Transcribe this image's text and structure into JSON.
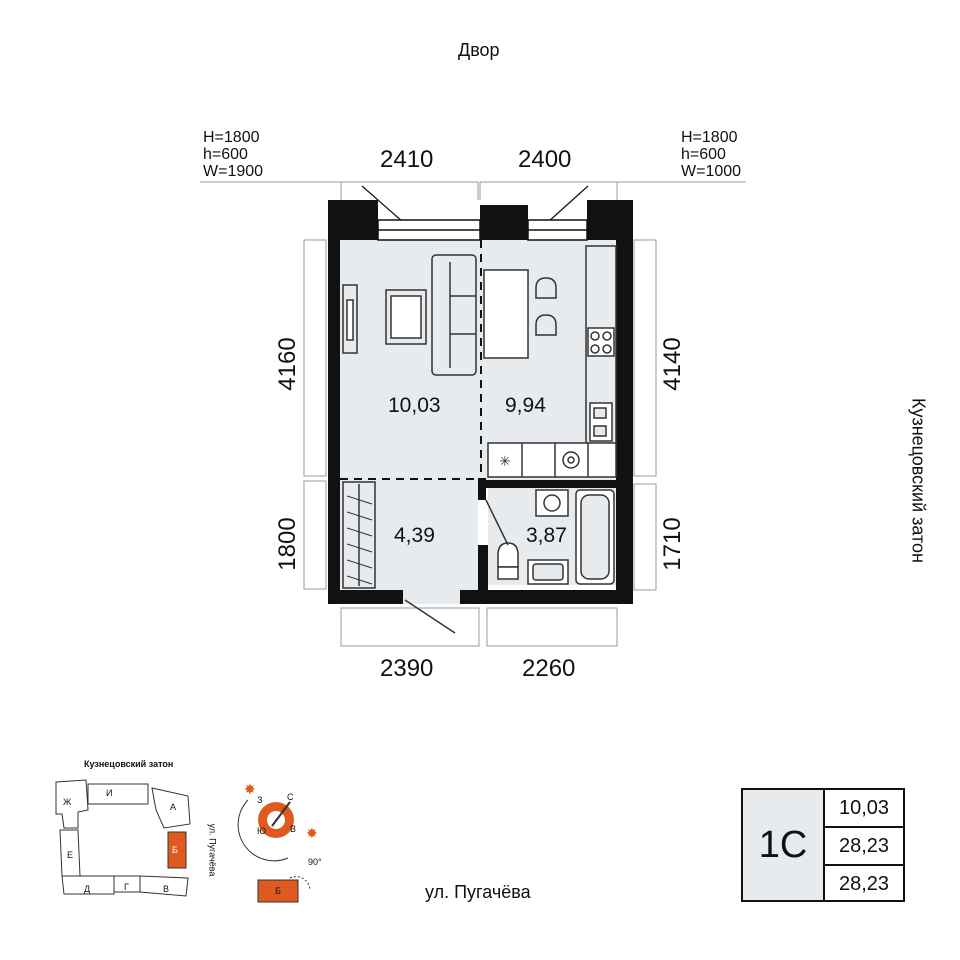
{
  "labels": {
    "top_street": "Двор",
    "right_street": "Кузнецовский затон",
    "bottom_street": "ул. Пугачёва"
  },
  "windows": {
    "left": {
      "h_big": "H=1800",
      "h_small": "h=600",
      "w": "W=1900"
    },
    "right": {
      "h_big": "H=1800",
      "h_small": "h=600",
      "w": "W=1000"
    }
  },
  "dimensions": {
    "top_left": "2410",
    "top_right": "2400",
    "bottom_left": "2390",
    "bottom_right": "2260",
    "left_top": "4160",
    "left_bottom": "1800",
    "right_top": "4140",
    "right_bottom": "1710"
  },
  "rooms": {
    "living": "10,03",
    "kitchen": "9,94",
    "hall": "4,39",
    "bath": "3,87"
  },
  "site_plan": {
    "title": "Кузнецовский затон",
    "street": "ул. Пугачёва",
    "sections": [
      "Ж",
      "И",
      "А",
      "Е",
      "Б",
      "Д",
      "Г",
      "В"
    ],
    "highlight": "Б",
    "highlight_color": "#e05a1f"
  },
  "compass": {
    "n": "С",
    "s": "Ю",
    "w": "З",
    "e": "В",
    "rotation": "90°",
    "section": "Б"
  },
  "summary": {
    "type": "1С",
    "living_area": "10,03",
    "total_area": "28,23",
    "area_with_balcony": "28,23"
  },
  "colors": {
    "wall": "#111111",
    "floor": "#e8ebee",
    "accent": "#e05a1f"
  }
}
